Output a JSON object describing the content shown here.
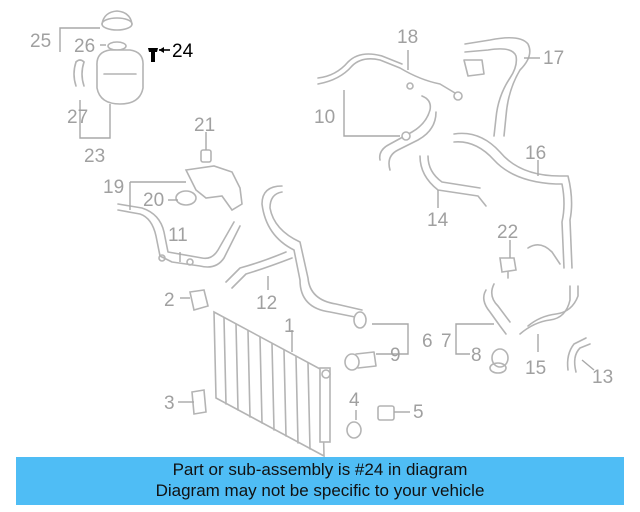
{
  "callouts": [
    {
      "id": "c25",
      "label": "25"
    },
    {
      "id": "c26",
      "label": "26"
    },
    {
      "id": "c24",
      "label": "24",
      "highlight": true
    },
    {
      "id": "c27",
      "label": "27"
    },
    {
      "id": "c23",
      "label": "23"
    },
    {
      "id": "c18",
      "label": "18"
    },
    {
      "id": "c17",
      "label": "17"
    },
    {
      "id": "c10",
      "label": "10"
    },
    {
      "id": "c21",
      "label": "21"
    },
    {
      "id": "c16",
      "label": "16"
    },
    {
      "id": "c19",
      "label": "19"
    },
    {
      "id": "c20",
      "label": "20"
    },
    {
      "id": "c14",
      "label": "14"
    },
    {
      "id": "c22",
      "label": "22"
    },
    {
      "id": "c11",
      "label": "11"
    },
    {
      "id": "c12",
      "label": "12"
    },
    {
      "id": "c2",
      "label": "2"
    },
    {
      "id": "c1",
      "label": "1"
    },
    {
      "id": "c6",
      "label": "6"
    },
    {
      "id": "c7",
      "label": "7"
    },
    {
      "id": "c9",
      "label": "9"
    },
    {
      "id": "c8",
      "label": "8"
    },
    {
      "id": "c15",
      "label": "15"
    },
    {
      "id": "c13",
      "label": "13"
    },
    {
      "id": "c3",
      "label": "3"
    },
    {
      "id": "c4",
      "label": "4"
    },
    {
      "id": "c5",
      "label": "5"
    }
  ],
  "banner": {
    "line1": "Part or sub-assembly is #24 in diagram",
    "line2": "Diagram may not be specific to your vehicle"
  },
  "colors": {
    "banner_background": "#4fbdf5",
    "highlight": "#000000",
    "parts": "#b4b4b4"
  }
}
